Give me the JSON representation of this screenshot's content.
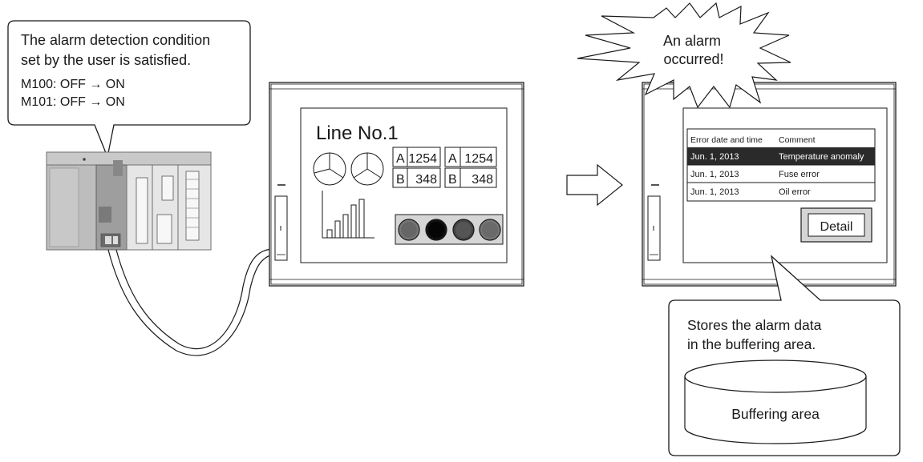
{
  "callout_top_left": {
    "line1": "The alarm detection condition",
    "line2": "set by the user is satisfied.",
    "device1": "M100: OFF → ON",
    "device2": "M101: OFF → ON"
  },
  "got_left": {
    "title": "Line No.1",
    "meters": [
      {
        "label": "A",
        "value": "1254"
      },
      {
        "label": "A",
        "value": "1254"
      },
      {
        "label": "B",
        "value": "348"
      },
      {
        "label": "B",
        "value": "348"
      }
    ]
  },
  "starburst": {
    "line1": "An alarm",
    "line2": "occurred!"
  },
  "got_right": {
    "table": {
      "headers": [
        "Error date and time",
        "Comment"
      ],
      "rows": [
        {
          "date": "Jun. 1, 2013",
          "comment": "Temperature anomaly",
          "selected": true
        },
        {
          "date": "Jun. 1, 2013",
          "comment": "Fuse error",
          "selected": false
        },
        {
          "date": "Jun. 1, 2013",
          "comment": "Oil error",
          "selected": false
        }
      ]
    },
    "detail_button": "Detail"
  },
  "callout_bottom_right": {
    "line1": "Stores the alarm data",
    "line2": "in the buffering area."
  },
  "buffer": {
    "label": "Buffering area"
  },
  "colors": {
    "stroke": "#1a1a1a",
    "panel_gray": "#d4d4d4",
    "plc_gray": "#b5b5b5",
    "selected_row": "#2a2a2a",
    "lamp_dark": "#111111",
    "lamp_mid": "#5a5a5a"
  }
}
